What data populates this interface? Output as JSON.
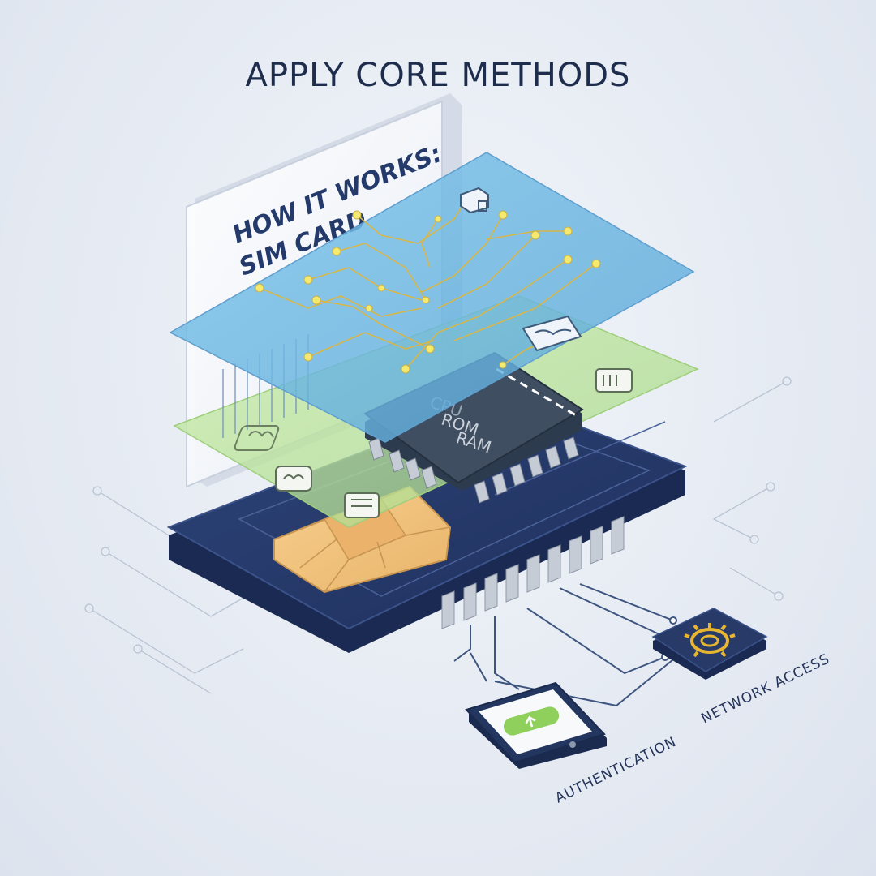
{
  "title": "APPLY CORE METHODS",
  "panel_title": [
    "HOW IT WORKS:",
    "SIM CARD"
  ],
  "chip_labels": [
    "CPU",
    "ROM",
    "RAM"
  ],
  "outputs": {
    "authentication": "AUTHENTICATION",
    "network_access": "NETWORK ACCESS"
  },
  "icons": [
    "sim-icon",
    "book-icon",
    "memory-card-icon",
    "brain-icon",
    "brain-icon",
    "memory-card-icon",
    "gear-icon",
    "phone-icon"
  ],
  "colors": {
    "title": "#1f2d4d",
    "card_body": "#26386b",
    "blue_layer": "#7fc0e4",
    "green_layer": "#bfe3a3",
    "gold_contact": "#f2c27c",
    "trace_gold": "#d7b64a",
    "led_yellow": "#f5ea6e",
    "network_gear": "#e8b531",
    "phone_screen_button": "#8fd05c"
  }
}
